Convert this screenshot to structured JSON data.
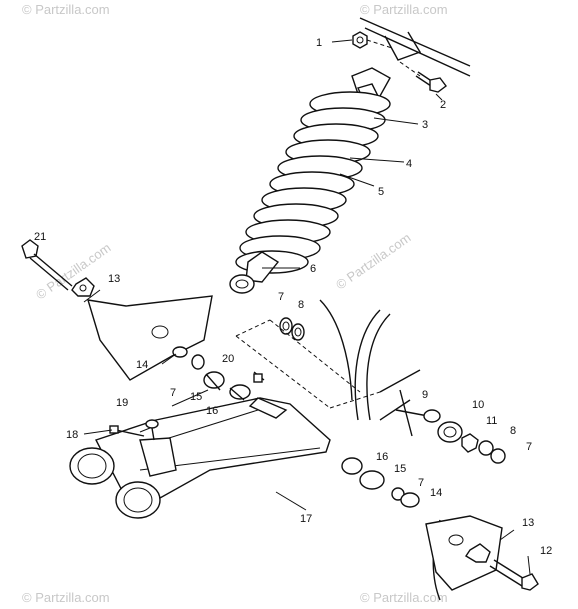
{
  "watermark": {
    "text": "© Partzilla.com",
    "color": "#c8c8c8"
  },
  "callouts": [
    {
      "id": "c1",
      "label": "1"
    },
    {
      "id": "c2",
      "label": "2"
    },
    {
      "id": "c3",
      "label": "3"
    },
    {
      "id": "c4",
      "label": "4"
    },
    {
      "id": "c5",
      "label": "5"
    },
    {
      "id": "c6",
      "label": "6"
    },
    {
      "id": "c7a",
      "label": "7"
    },
    {
      "id": "c8a",
      "label": "8"
    },
    {
      "id": "c13a",
      "label": "13"
    },
    {
      "id": "c14a",
      "label": "14"
    },
    {
      "id": "c21",
      "label": "21"
    },
    {
      "id": "c20",
      "label": "20"
    },
    {
      "id": "c7b",
      "label": "7"
    },
    {
      "id": "c15a",
      "label": "15"
    },
    {
      "id": "c16a",
      "label": "16"
    },
    {
      "id": "c19",
      "label": "19"
    },
    {
      "id": "c18",
      "label": "18"
    },
    {
      "id": "c9",
      "label": "9"
    },
    {
      "id": "c10",
      "label": "10"
    },
    {
      "id": "c11",
      "label": "11"
    },
    {
      "id": "c8b",
      "label": "8"
    },
    {
      "id": "c7c",
      "label": "7"
    },
    {
      "id": "c16b",
      "label": "16"
    },
    {
      "id": "c15b",
      "label": "15"
    },
    {
      "id": "c7d",
      "label": "7"
    },
    {
      "id": "c14b",
      "label": "14"
    },
    {
      "id": "c17",
      "label": "17"
    },
    {
      "id": "c13b",
      "label": "13"
    },
    {
      "id": "c12",
      "label": "12"
    }
  ]
}
